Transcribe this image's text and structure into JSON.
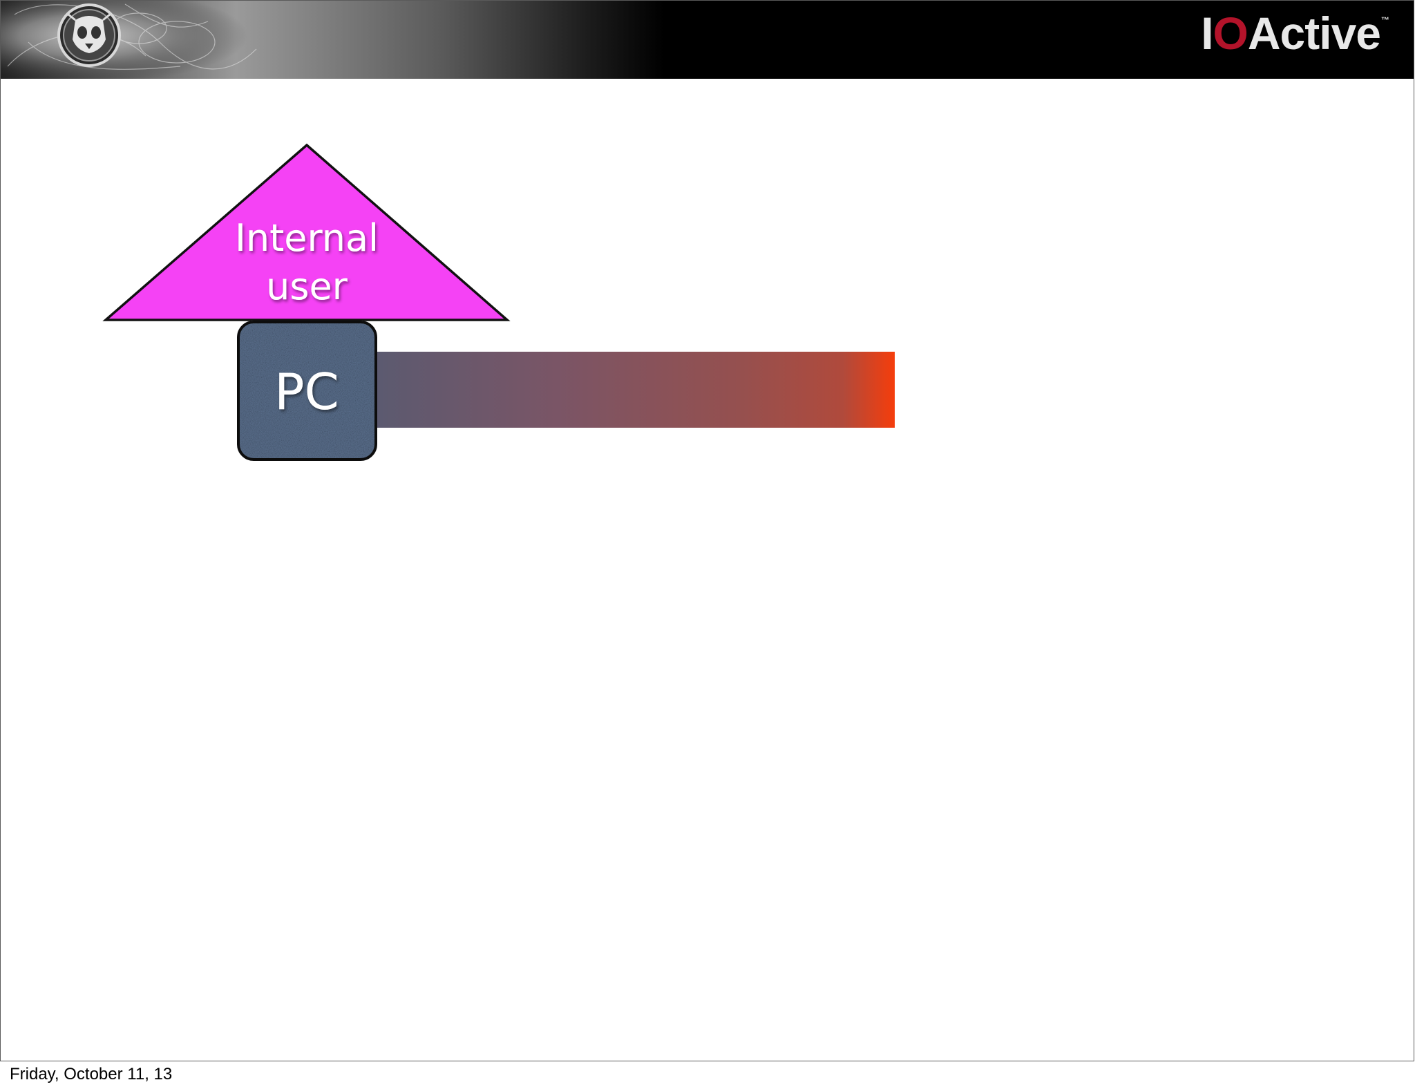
{
  "banner": {
    "brand": {
      "prefix": "I",
      "accent": "O",
      "suffix": "Active",
      "trademark": "™",
      "accent_color": "#b3132a"
    },
    "emblem_icon": "skull-emblem-icon"
  },
  "diagram": {
    "user_shape": {
      "line1": "Internal",
      "line2": "user",
      "fill": "#f542f5"
    },
    "pc_box": {
      "label": "PC",
      "fill": "#5c718f"
    },
    "connection_bar": {
      "gradient_from": "#5b5a70",
      "gradient_to": "#f53d0c"
    }
  },
  "footer": {
    "date": "Friday, October 11, 13"
  }
}
